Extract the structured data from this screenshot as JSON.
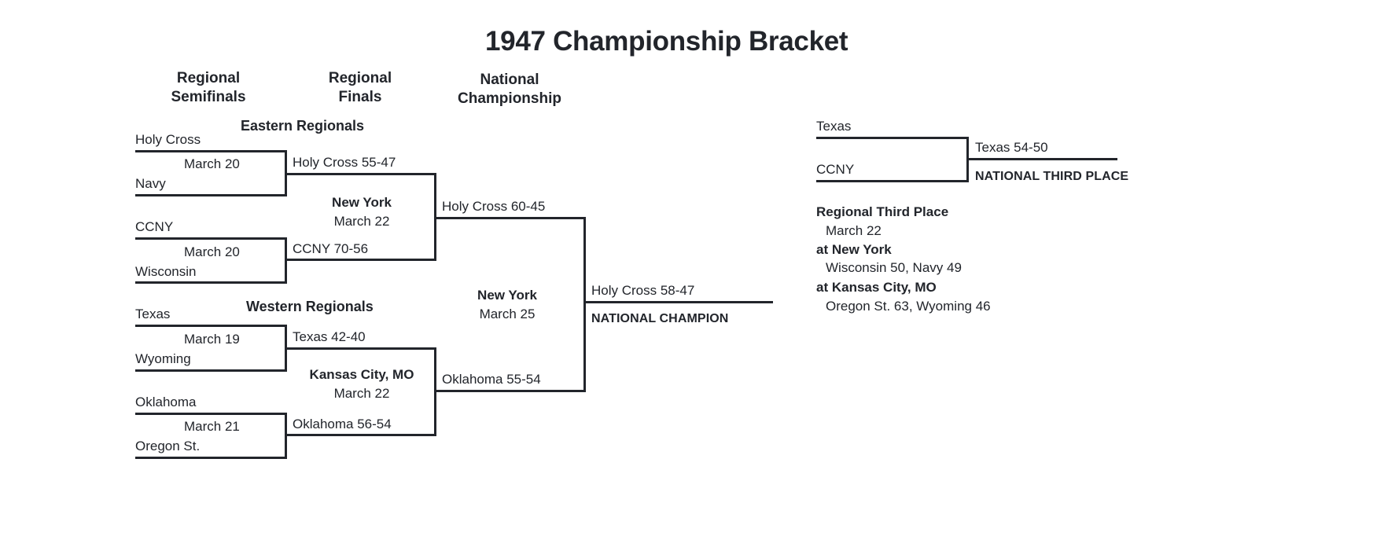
{
  "title": "1947 Championship Bracket",
  "columns": [
    {
      "label": "Regional\nSemifinals"
    },
    {
      "label": "Regional\nFinals"
    },
    {
      "label": "National\nChampionship"
    }
  ],
  "regions": [
    {
      "name": "Eastern Regionals"
    },
    {
      "name": "Western Regionals"
    }
  ],
  "semifinals": [
    {
      "team_top": "Holy Cross",
      "team_bottom": "Navy",
      "date": "March 20"
    },
    {
      "team_top": "CCNY",
      "team_bottom": "Wisconsin",
      "date": "March 20"
    },
    {
      "team_top": "Texas",
      "team_bottom": "Wyoming",
      "date": "March 19"
    },
    {
      "team_top": "Oklahoma",
      "team_bottom": "Oregon St.",
      "date": "March 21"
    }
  ],
  "regional_finals": [
    {
      "result_top": "Holy Cross 55-47",
      "result_bottom": "CCNY 70-56",
      "site": "New York",
      "date": "March 22"
    },
    {
      "result_top": "Texas 42-40",
      "result_bottom": "Oklahoma 56-54",
      "site": "Kansas City, MO",
      "date": "March 22"
    }
  ],
  "national_semifinals": [
    {
      "result": "Holy Cross 60-45"
    },
    {
      "result": "Oklahoma 55-54"
    }
  ],
  "national_final": {
    "site": "New York",
    "date": "March 25",
    "result": "Holy Cross 58-47",
    "champion_label": "NATIONAL CHAMPION"
  },
  "third_place": {
    "team_top": "Texas",
    "team_bottom": "CCNY",
    "result": "Texas 54-50",
    "label": "NATIONAL THIRD PLACE"
  },
  "regional_third_place": {
    "heading": "Regional Third Place",
    "date": "March 22",
    "sites": [
      {
        "site": "at New York",
        "result": "Wisconsin 50, Navy 49"
      },
      {
        "site": "at Kansas City, MO",
        "result": "Oregon St. 63, Wyoming 46"
      }
    ]
  },
  "colors": {
    "ink": "#22252b",
    "background": "#ffffff"
  }
}
